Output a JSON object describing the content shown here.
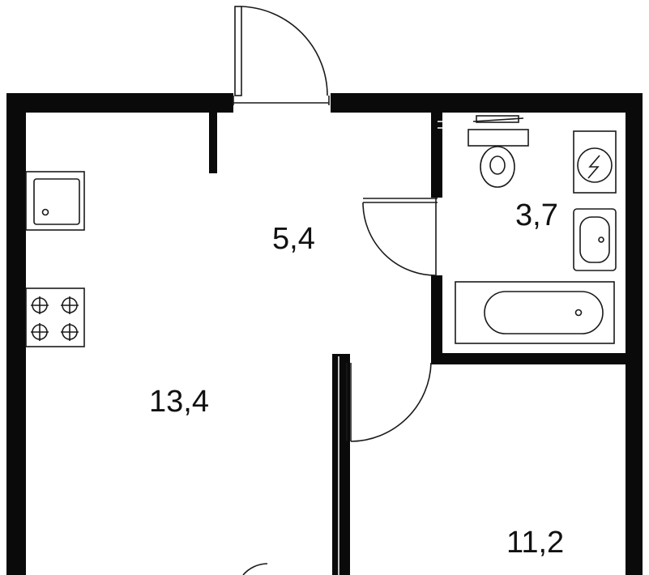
{
  "colors": {
    "background": "#ffffff",
    "wall": "#0a0a0a",
    "line": "#1a1a1a"
  },
  "rooms": [
    {
      "id": "hallway",
      "area": "5,4"
    },
    {
      "id": "bathroom",
      "area": "3,7"
    },
    {
      "id": "kitchen",
      "area": "13,4"
    },
    {
      "id": "bedroom",
      "area": "11,2"
    }
  ],
  "icons": {
    "appliance": "washing-machine-icon",
    "stove": "stove-icon",
    "sink": "sink-icon",
    "toilet": "toilet-icon",
    "bathtub": "bathtub-icon",
    "washbasin": "washbasin-icon"
  }
}
